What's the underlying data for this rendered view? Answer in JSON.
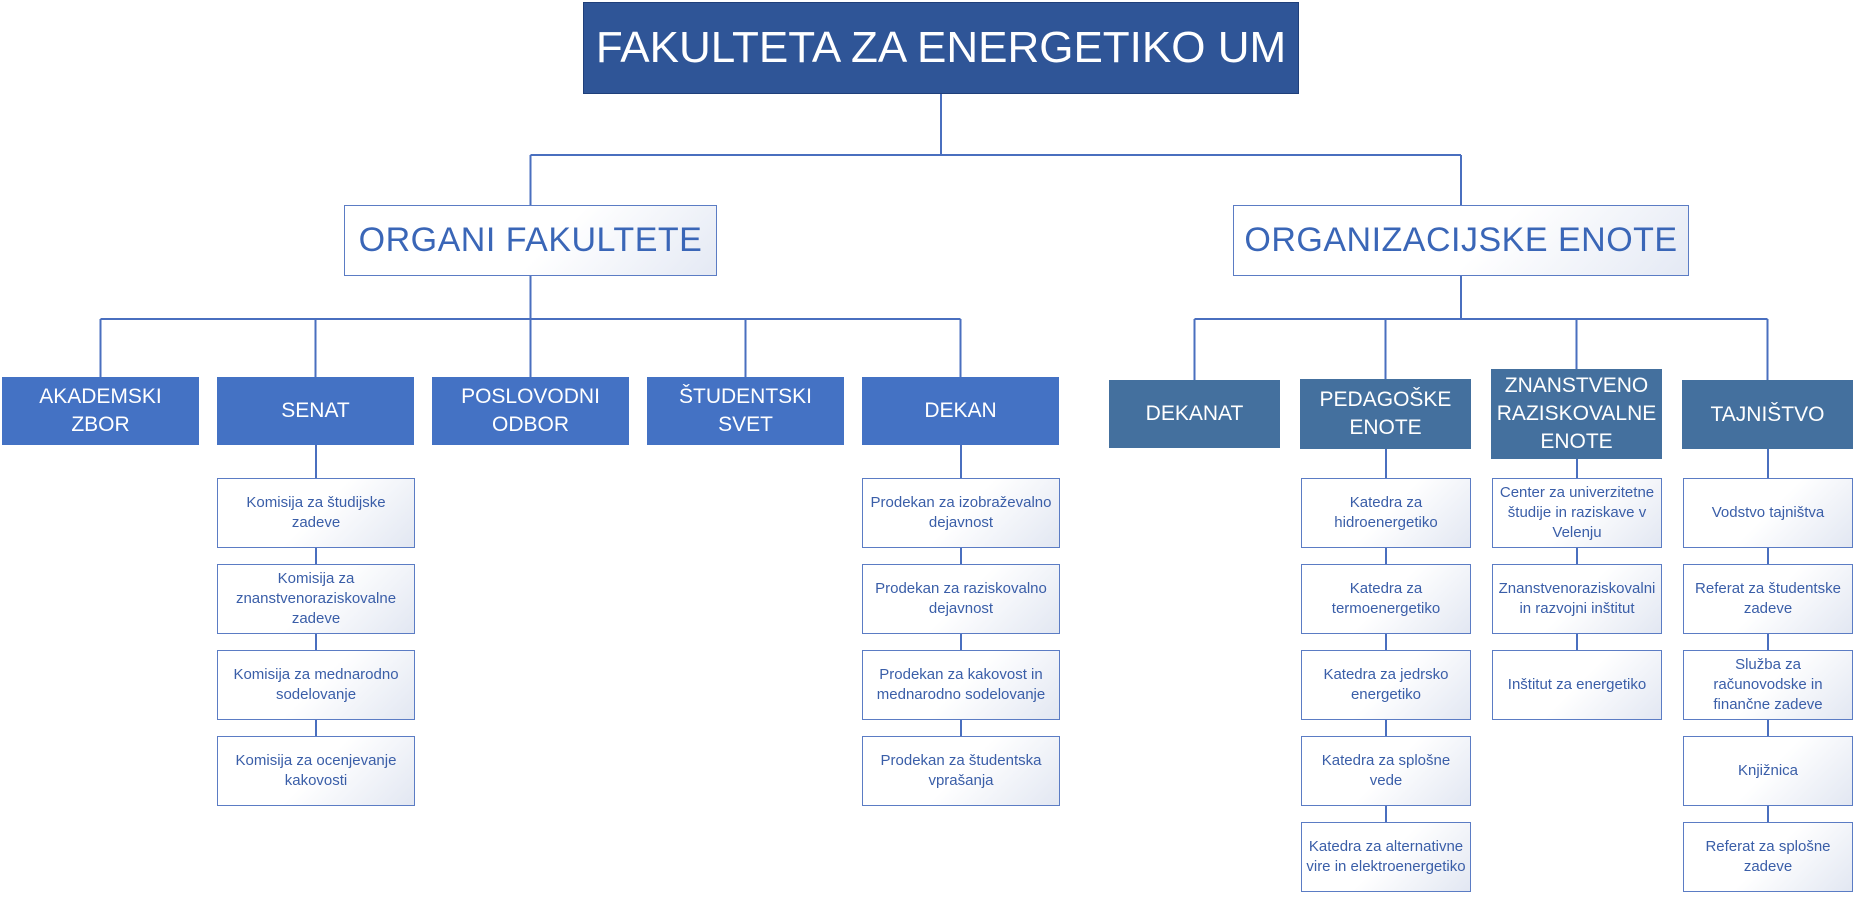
{
  "root": {
    "title": "FAKULTETA ZA ENERGETIKO UM"
  },
  "organi": {
    "title": "ORGANI FAKULTETE",
    "units": [
      {
        "label": "AKADEMSKI ZBOR",
        "children": []
      },
      {
        "label": "SENAT",
        "children": [
          "Komisija za študijske zadeve",
          "Komisija za znanstvenoraziskovalne zadeve",
          "Komisija za mednarodno sodelovanje",
          "Komisija za ocenjevanje kakovosti"
        ]
      },
      {
        "label": "POSLOVODNI ODBOR",
        "children": []
      },
      {
        "label": "ŠTUDENTSKI SVET",
        "children": []
      },
      {
        "label": "DEKAN",
        "children": [
          "Prodekan za izobraževalno dejavnost",
          "Prodekan za raziskovalno dejavnost",
          "Prodekan za kakovost in mednarodno sodelovanje",
          "Prodekan za študentska vprašanja"
        ]
      }
    ]
  },
  "enote": {
    "title": "ORGANIZACIJSKE ENOTE",
    "units": [
      {
        "label": "DEKANAT",
        "children": []
      },
      {
        "label": "PEDAGOŠKE ENOTE",
        "children": [
          "Katedra za hidroenergetiko",
          "Katedra za termoenergetiko",
          "Katedra za jedrsko energetiko",
          "Katedra za splošne vede",
          "Katedra za alternativne vire in elektroenergetiko"
        ]
      },
      {
        "label": "ZNANSTVENO RAZISKOVALNE ENOTE",
        "children": [
          "Center za univerzitetne študije in raziskave v Velenju",
          "Znanstvenoraziskovalni in razvojni inštitut",
          "Inštitut za energetiko"
        ]
      },
      {
        "label": "TAJNIŠTVO",
        "children": [
          "Vodstvo tajništva",
          "Referat za študentske zadeve",
          "Služba za računovodske in finančne zadeve",
          "Knjižnica",
          "Referat za splošne zadeve"
        ]
      }
    ]
  },
  "colors": {
    "root_fill": "#2f5597",
    "organi_unit_fill": "#4472c4",
    "enote_unit_fill": "#44709e",
    "connector": "#4a6fbf"
  }
}
